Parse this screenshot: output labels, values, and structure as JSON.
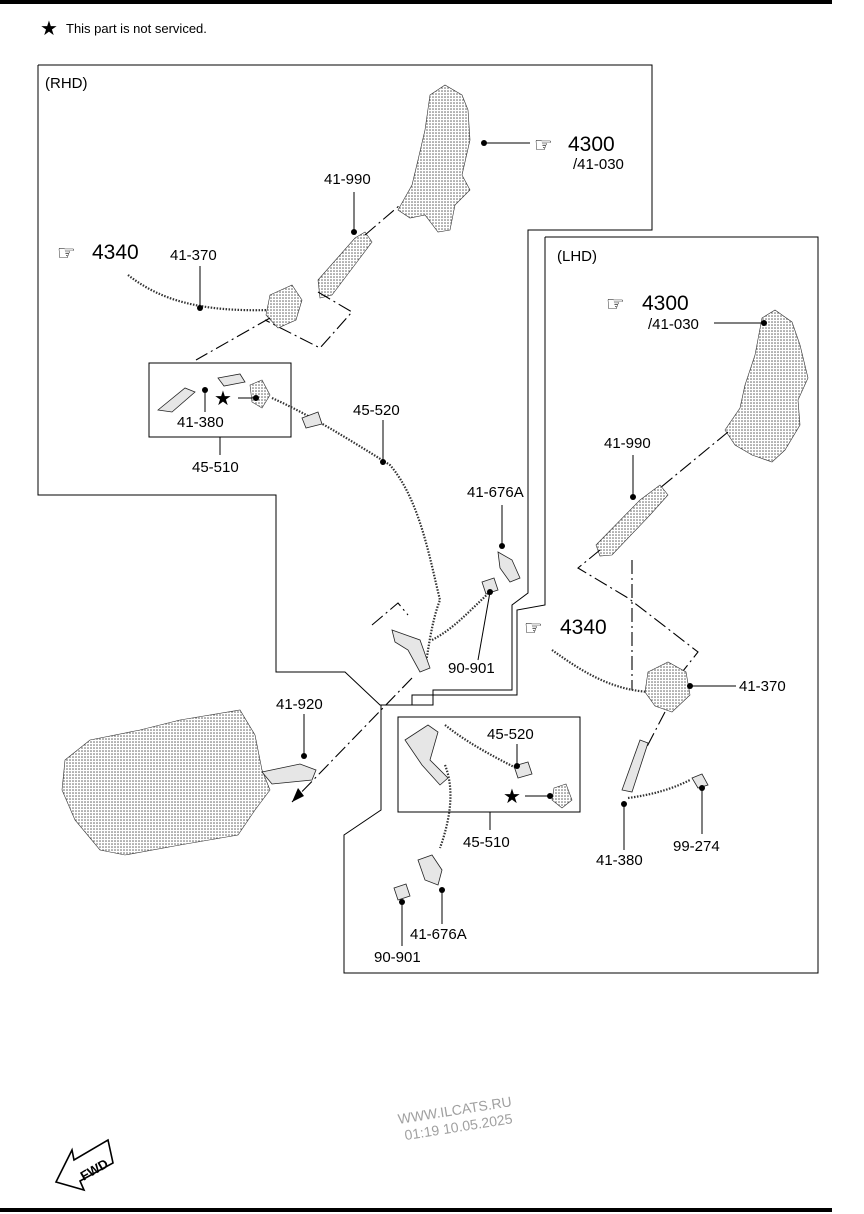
{
  "note": {
    "star": "★",
    "text": "This part is not serviced."
  },
  "sections": {
    "rhd": "(RHD)",
    "lhd": "(LHD)"
  },
  "references": {
    "rhd_4300": "4300",
    "rhd_41030": "/41-030",
    "rhd_4340": "4340",
    "lhd_4300": "4300",
    "lhd_41030": "/41-030",
    "lhd_4340": "4340"
  },
  "parts": {
    "rhd": {
      "p41_990": "41-990",
      "p41_370": "41-370",
      "p41_380": "41-380",
      "p45_510": "45-510",
      "p45_520": "45-520",
      "p41_676A": "41-676A",
      "p90_901": "90-901",
      "p41_920": "41-920"
    },
    "lhd": {
      "p41_990": "41-990",
      "p41_370": "41-370",
      "p45_520": "45-520",
      "p45_510": "45-510",
      "p41_380": "41-380",
      "p99_274": "99-274",
      "p41_676A": "41-676A",
      "p90_901": "90-901"
    }
  },
  "stars": {
    "rhd": "★",
    "lhd": "★"
  },
  "watermark": {
    "line1": "WWW.ILCATS.RU",
    "line2": "01:19 10.05.2025"
  },
  "fwd": "FWD"
}
